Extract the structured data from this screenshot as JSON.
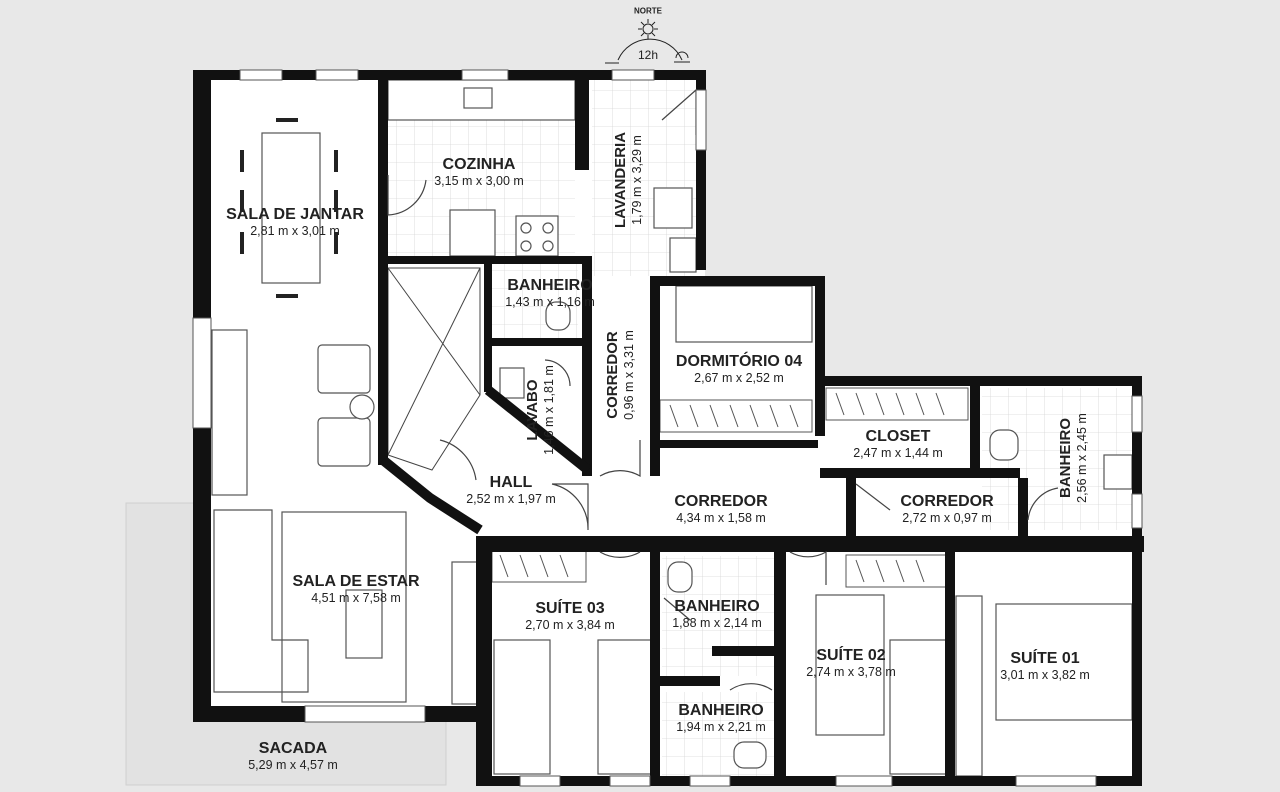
{
  "compass": {
    "north": "NORTE",
    "hour": "12h"
  },
  "rooms": [
    {
      "id": "cozinha",
      "name": "COZINHA",
      "dims": "3,15 m x 3,00 m"
    },
    {
      "id": "lavanderia",
      "name": "LAVANDERIA",
      "dims": "1,79 m x 3,29 m"
    },
    {
      "id": "sala-jantar",
      "name": "SALA DE JANTAR",
      "dims": "2,81 m x 3,01 m"
    },
    {
      "id": "banheiro-social",
      "name": "BANHEIRO",
      "dims": "1,43 m x 1,16 m"
    },
    {
      "id": "lavabo",
      "name": "LAVABO",
      "dims": "1,46 m x 1,81 m"
    },
    {
      "id": "corredor-vertical",
      "name": "CORREDOR",
      "dims": "0,96 m x 3,31 m"
    },
    {
      "id": "dormitorio-04",
      "name": "DORMITÓRIO 04",
      "dims": "2,67 m x 2,52 m"
    },
    {
      "id": "closet",
      "name": "CLOSET",
      "dims": "2,47 m x 1,44 m"
    },
    {
      "id": "banheiro-suite-01",
      "name": "BANHEIRO",
      "dims": "2,56 m x 2,45 m"
    },
    {
      "id": "hall",
      "name": "HALL",
      "dims": "2,52 m x 1,97 m"
    },
    {
      "id": "corredor-central",
      "name": "CORREDOR",
      "dims": "4,34 m x 1,58 m"
    },
    {
      "id": "corredor-leste",
      "name": "CORREDOR",
      "dims": "2,72 m x 0,97 m"
    },
    {
      "id": "sala-estar",
      "name": "SALA DE ESTAR",
      "dims": "4,51 m x 7,58 m"
    },
    {
      "id": "suite-03",
      "name": "SUÍTE 03",
      "dims": "2,70 m x 3,84 m"
    },
    {
      "id": "banheiro-suite-03",
      "name": "BANHEIRO",
      "dims": "1,88 m x 2,14 m"
    },
    {
      "id": "banheiro-suite-02",
      "name": "BANHEIRO",
      "dims": "1,94 m x 2,21 m"
    },
    {
      "id": "suite-02",
      "name": "SUÍTE 02",
      "dims": "2,74 m x 3,78 m"
    },
    {
      "id": "suite-01",
      "name": "SUÍTE 01",
      "dims": "3,01 m x 3,82 m"
    },
    {
      "id": "sacada",
      "name": "SACADA",
      "dims": "5,29 m x 4,57 m"
    }
  ],
  "colors": {
    "wall": "#111111",
    "floor": "#ffffff",
    "background": "#e8e8e8",
    "furniture": "#555555",
    "tile": "#d0d0d0"
  }
}
